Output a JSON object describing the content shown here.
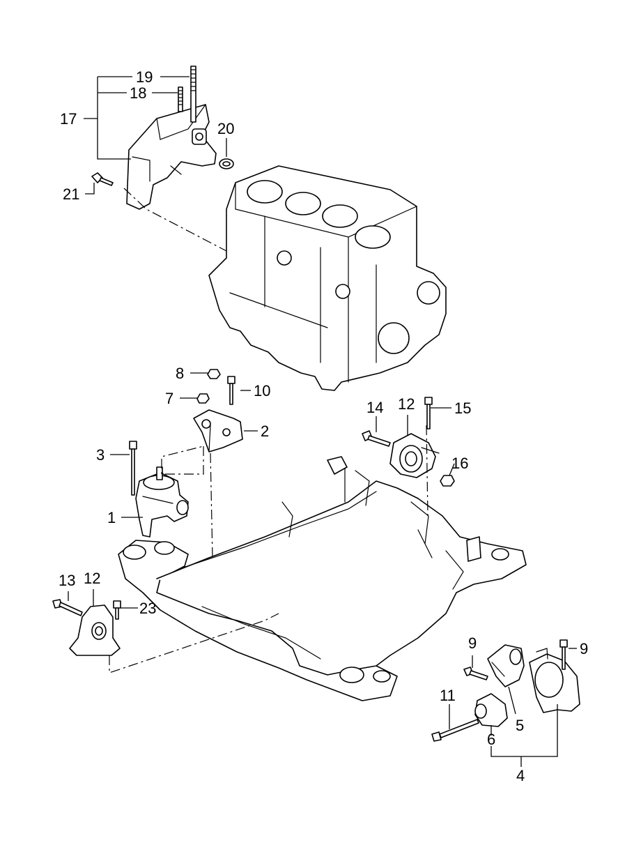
{
  "diagram": {
    "callouts": [
      {
        "id": "c1",
        "label": "1"
      },
      {
        "id": "c2",
        "label": "2"
      },
      {
        "id": "c3",
        "label": "3"
      },
      {
        "id": "c4",
        "label": "4"
      },
      {
        "id": "c5",
        "label": "5"
      },
      {
        "id": "c6",
        "label": "6"
      },
      {
        "id": "c7",
        "label": "7"
      },
      {
        "id": "c8",
        "label": "8"
      },
      {
        "id": "c9a",
        "label": "9"
      },
      {
        "id": "c9b",
        "label": "9"
      },
      {
        "id": "c10",
        "label": "10"
      },
      {
        "id": "c11",
        "label": "11"
      },
      {
        "id": "c12",
        "label": "12"
      },
      {
        "id": "c13",
        "label": "13"
      },
      {
        "id": "c14",
        "label": "14"
      },
      {
        "id": "c15",
        "label": "15"
      },
      {
        "id": "c16",
        "label": "16"
      },
      {
        "id": "c17",
        "label": "17"
      },
      {
        "id": "c18",
        "label": "18"
      },
      {
        "id": "c19",
        "label": "19"
      },
      {
        "id": "c20",
        "label": "20"
      },
      {
        "id": "c21",
        "label": "21"
      },
      {
        "id": "c22",
        "label": "22"
      },
      {
        "id": "c23",
        "label": "23"
      }
    ],
    "colors": {
      "ink": "#000000",
      "paper": "#ffffff"
    }
  }
}
